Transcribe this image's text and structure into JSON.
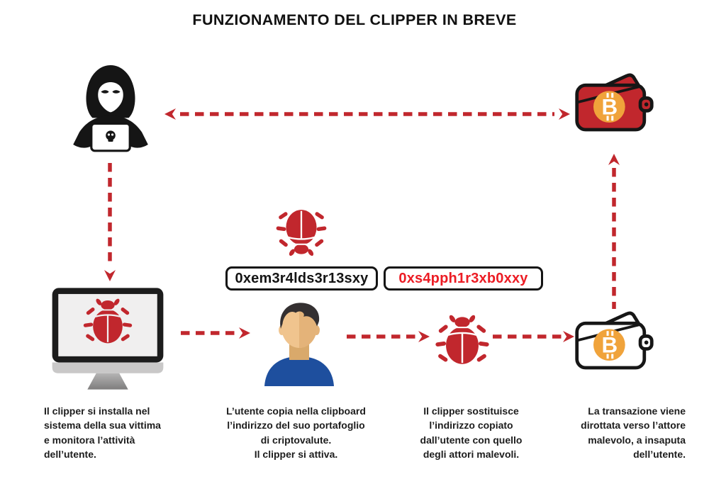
{
  "title": "FUNZIONAMENTO DEL CLIPPER IN BREVE",
  "addresses": {
    "user_wallet": "0xem3r4lds3r13sxy",
    "attacker_wallet": "0xs4pph1r3xb0xxy"
  },
  "captions": {
    "step1": "Il clipper si installa nel\nsistema della sua vittima\ne monitora l’attività\ndell’utente.",
    "step2": "L’utente copia nella clipboard\nl’indirizzo del suo portafoglio\ndi criptovalute.\nIl clipper si attiva.",
    "step3": "Il clipper sostituisce\nl’indirizzo copiato\ndall’utente con quello\ndegli attori malevoli.",
    "step4": "La transazione viene\ndirottata verso l’attore\nmalevolo, a insaputa\ndell’utente."
  },
  "icons": {
    "hacker": "hacker-laptop-icon",
    "malicious_wallet": "red-bitcoin-wallet-icon",
    "clipper_bug": "bug-icon",
    "infected_computer": "monitor-bug-icon",
    "user": "user-avatar-icon",
    "user_wallet": "bitcoin-wallet-icon"
  },
  "colors": {
    "accent_red": "#C1272D",
    "address_red": "#EC1C24",
    "bitcoin_orange": "#F0A33B",
    "black": "#161616",
    "avatar_shirt_blue": "#1E4F9E"
  }
}
